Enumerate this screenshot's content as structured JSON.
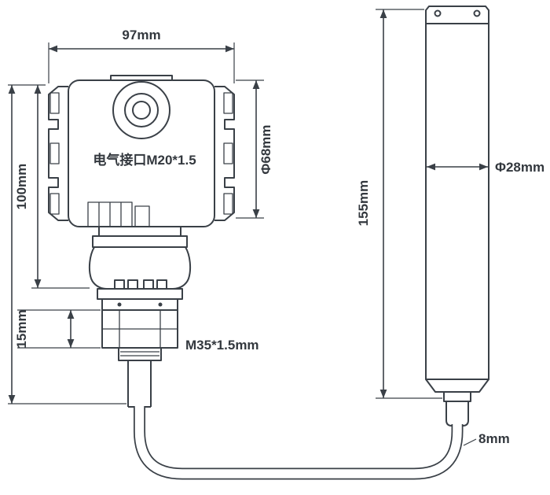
{
  "drawing": {
    "background": "#ffffff",
    "line_color": "#3a4047",
    "labels": {
      "housing_width": "97mm",
      "housing_height": "100mm",
      "housing_diameter": "Φ68mm",
      "electrical_interface": "电气接口M20*1.5",
      "nut_height": "15mm",
      "thread_spec": "M35*1.5mm",
      "probe_length": "155mm",
      "probe_diameter": "Φ28mm",
      "cable_diameter": "8mm"
    }
  }
}
